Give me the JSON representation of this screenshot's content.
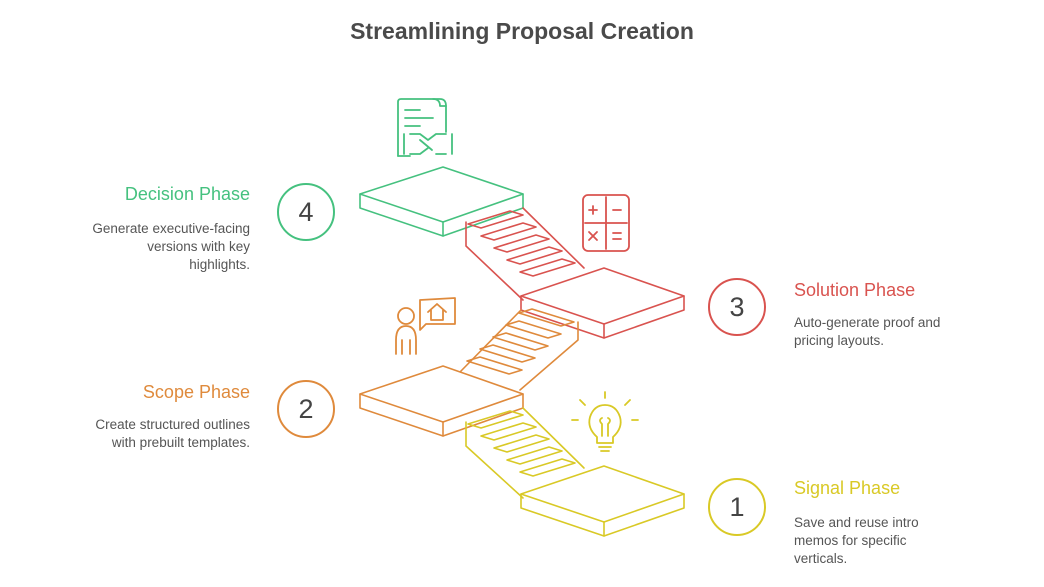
{
  "title": "Streamlining Proposal Creation",
  "colors": {
    "signal": "#d9c926",
    "scope": "#df8a3c",
    "solution": "#d9534f",
    "decision": "#45c17f"
  },
  "phases": {
    "signal": {
      "number": "1",
      "title": "Signal Phase",
      "desc": [
        "Save and reuse intro",
        "memos for specific",
        "verticals."
      ],
      "icon": "lightbulb-icon"
    },
    "scope": {
      "number": "2",
      "title": "Scope Phase",
      "desc": [
        "Create structured outlines",
        "with prebuilt templates."
      ],
      "icon": "person-house-icon"
    },
    "solution": {
      "number": "3",
      "title": "Solution Phase",
      "desc": [
        "Auto-generate proof and",
        "pricing layouts."
      ],
      "icon": "calculator-icon"
    },
    "decision": {
      "number": "4",
      "title": "Decision Phase",
      "desc": [
        "Generate executive-facing",
        "versions with key",
        "highlights."
      ],
      "icon": "contract-handshake-icon"
    }
  }
}
